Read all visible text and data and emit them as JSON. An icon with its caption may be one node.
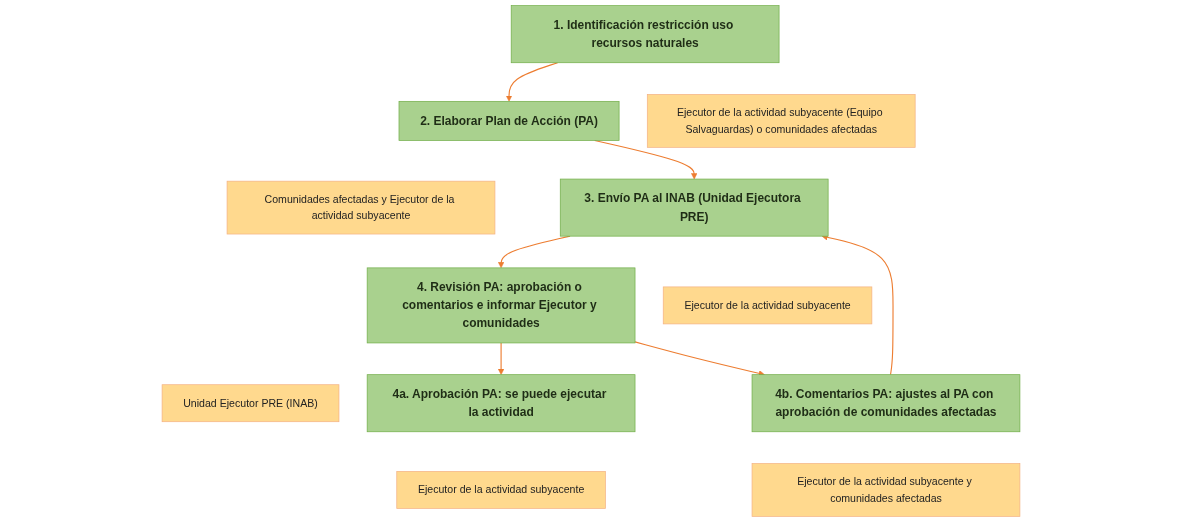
{
  "diagram": {
    "nodes": [
      {
        "text": [
          "1. Identificación restricción uso recursos naturales"
        ]
      },
      {
        "text": [
          "2. Elaborar Plan de Acción (PA)"
        ]
      },
      {
        "text": [
          "Ejecutor de la actividad subyacente (Equipo Salvaguardas) o comunidades afectadas"
        ]
      },
      {
        "text": [
          "Comunidades afectadas y Ejecutor de la actividad subyacente"
        ]
      },
      {
        "text": [
          "4. Revisión PA: aprobación o comentarios e informar Ejecutor y comunidades"
        ]
      },
      {
        "text": [
          "3. Envío PA al INAB (Unidad Ejecutora PRE)"
        ]
      },
      {
        "text": [
          "Unidad Ejecutor PRE (INAB)"
        ]
      },
      {
        "text": [
          "Ejecutor de la actividad subyacente"
        ]
      },
      {
        "text": [
          "4a. Aprobación PA: se puede ejecutar la actividad"
        ]
      },
      {
        "text": [
          "4b. Comentarios PA: ajustes al PA con aprobación de comunidades afectadas"
        ]
      },
      {
        "text": [
          "Ejecutor de la actividad subyacente"
        ]
      },
      {
        "text": [
          "Ejecutor de la actividad subyacente y comunidades afectadas"
        ]
      }
    ],
    "edges": [
      {
        "from": 0,
        "to": 1,
        "arrow": "to"
      },
      {
        "from": 1,
        "to": 5,
        "arrow": "to"
      },
      {
        "from": 5,
        "to": 4,
        "arrow": "to"
      },
      {
        "from": 4,
        "to": 8,
        "arrow": "to"
      },
      {
        "from": 4,
        "to": 9,
        "arrow": "to"
      },
      {
        "from": 9,
        "to": 5,
        "arrow": "to"
      }
    ]
  }
}
